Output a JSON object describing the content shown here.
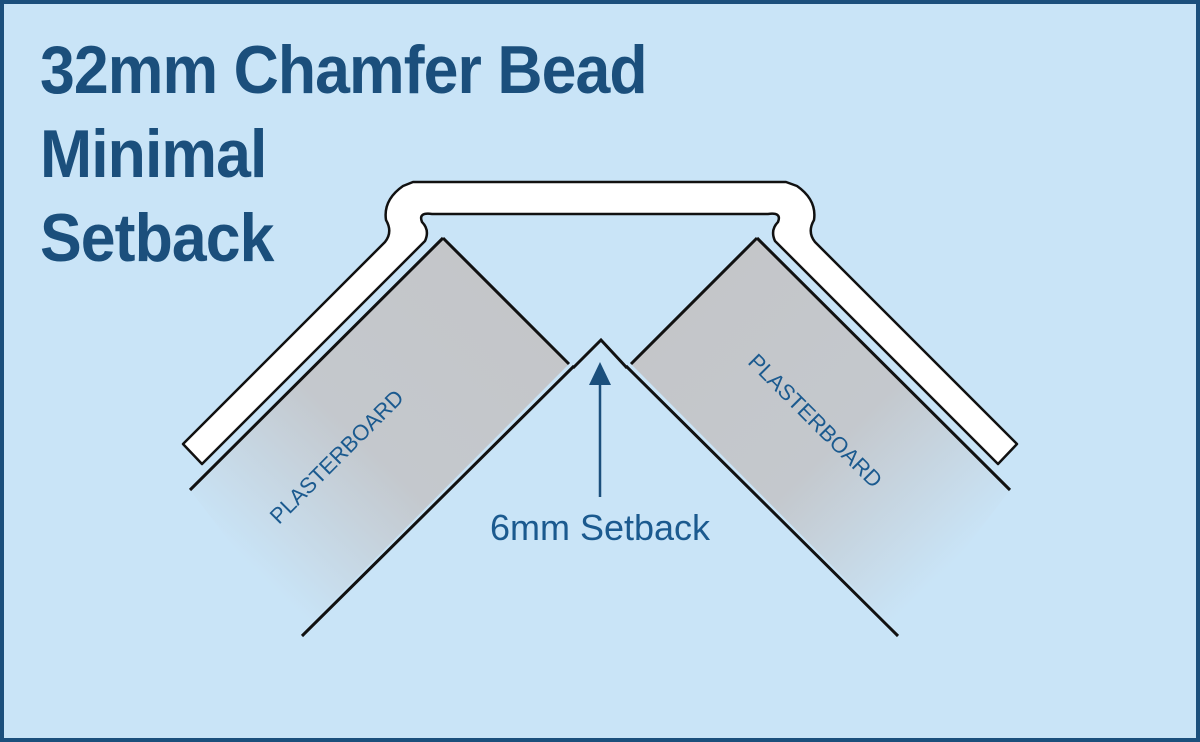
{
  "title": {
    "line1": "32mm Chamfer Bead",
    "line2": "Minimal",
    "line3": "Setback"
  },
  "diagram": {
    "left_board_label": "PLASTERBOARD",
    "right_board_label": "PLASTERBOARD",
    "setback_label": "6mm Setback"
  },
  "colors": {
    "background": "#c9e4f7",
    "accent": "#1b4f7c",
    "board_fill": "#c8cacc",
    "bead_fill": "#ffffff"
  }
}
